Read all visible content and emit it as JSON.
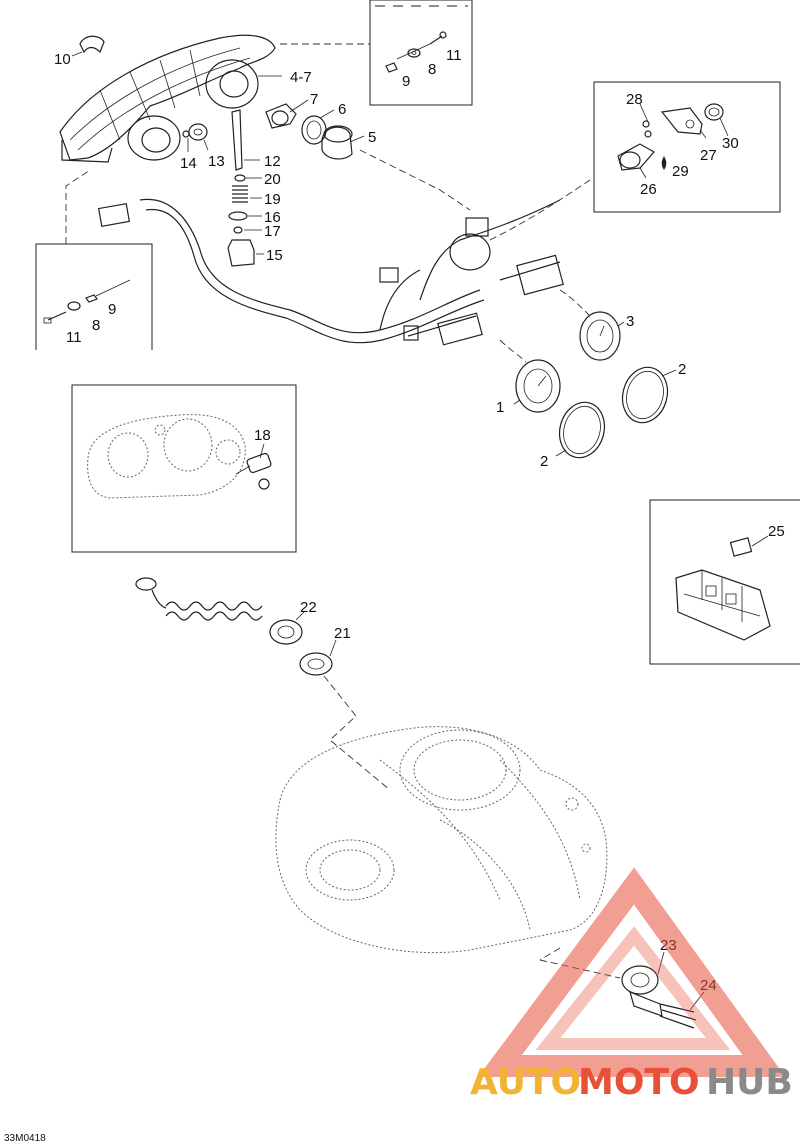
{
  "diagram": {
    "drawing_code": "33M0418",
    "callouts": {
      "c1": "1",
      "c2a": "2",
      "c2b": "2",
      "c3": "3",
      "c4_7": "4-7",
      "c5": "5",
      "c6": "6",
      "c7": "7",
      "c8a": "8",
      "c8b": "8",
      "c9a": "9",
      "c9b": "9",
      "c10": "10",
      "c11a": "11",
      "c11b": "11",
      "c12": "12",
      "c13": "13",
      "c14": "14",
      "c15": "15",
      "c16": "16",
      "c17": "17",
      "c18": "18",
      "c19": "19",
      "c20": "20",
      "c21": "21",
      "c22": "22",
      "c23": "23",
      "c24": "24",
      "c25": "25",
      "c26": "26",
      "c27": "27",
      "c28": "28",
      "c29": "29",
      "c30": "30"
    }
  },
  "watermark": {
    "logo": "AUTOMOTOHUB",
    "text_auto": "AUTO",
    "text_moto": "MOTO",
    "text_hub": "HUB",
    "color_orange": "#f2b233",
    "color_red": "#e8503a",
    "color_gray": "#8a8a8a"
  }
}
